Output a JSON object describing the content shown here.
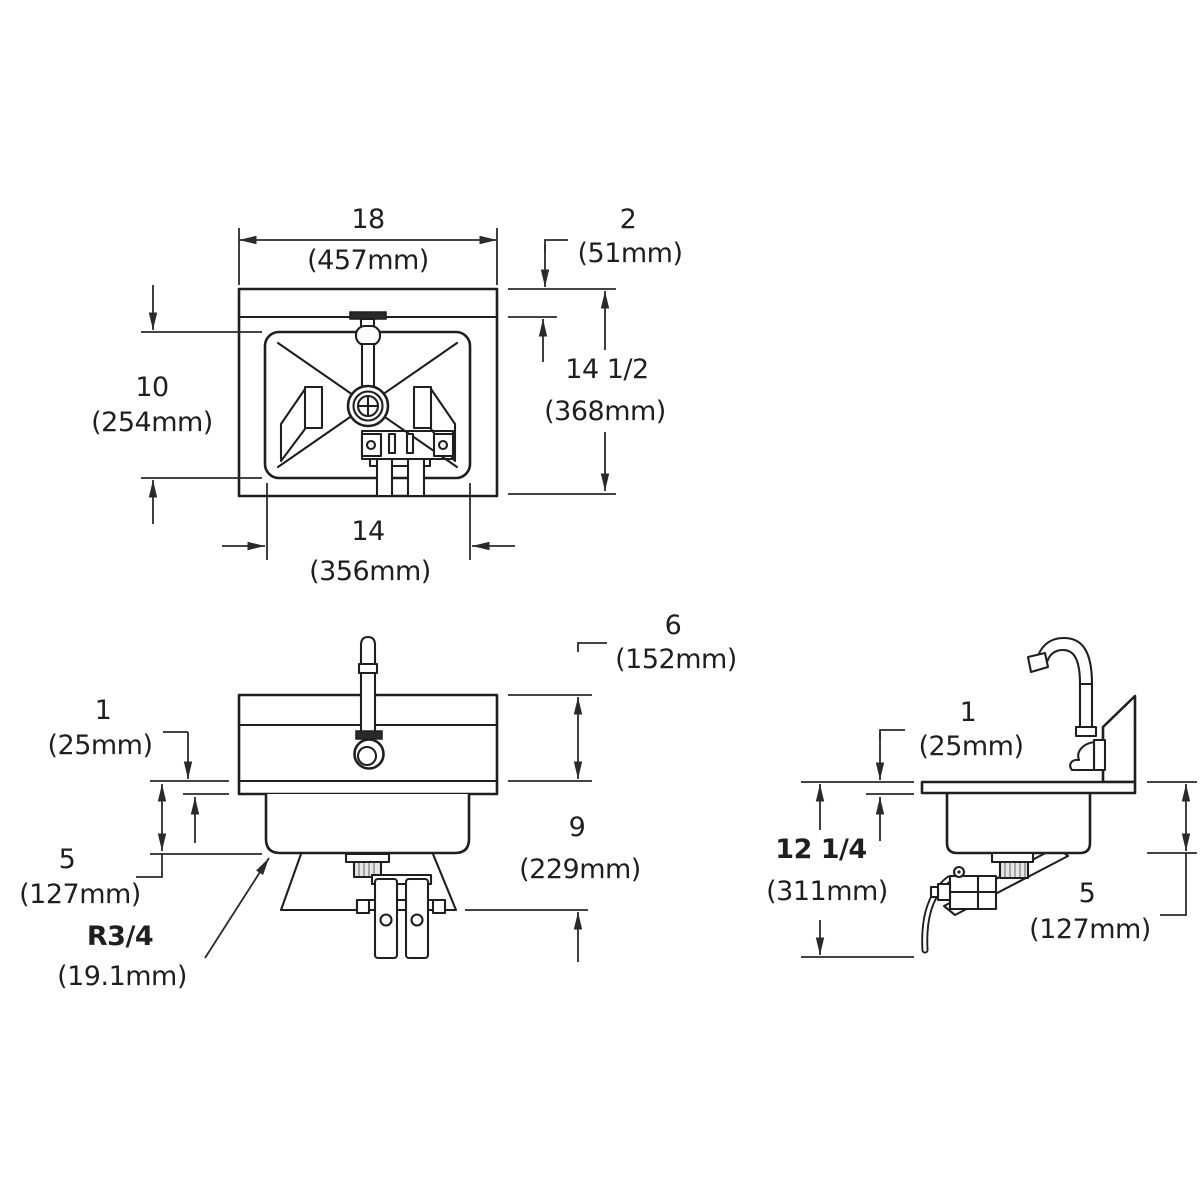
{
  "drawing": {
    "type": "sink-dimension-drawing",
    "background": "#ffffff",
    "line_color": "#1f1f1f"
  },
  "views": {
    "plan": {
      "label": "plan-view",
      "dims": {
        "overall_width": {
          "inches": "18",
          "metric": "(457mm)"
        },
        "rear_ledge": {
          "inches": "2",
          "metric": "(51mm)"
        },
        "overall_depth": {
          "inches": "14 1/2",
          "metric": "(368mm)"
        },
        "bowl_depth_fb": {
          "inches": "10",
          "metric": "(254mm)"
        },
        "bowl_width": {
          "inches": "14",
          "metric": "(356mm)"
        }
      }
    },
    "front": {
      "label": "front-view",
      "dims": {
        "rim_height": {
          "inches": "1",
          "metric": "(25mm)"
        },
        "bowl_depth": {
          "inches": "5",
          "metric": "(127mm)"
        },
        "corner_radius": {
          "inches": "R3/4",
          "metric": "(19.1mm)"
        },
        "splash_height": {
          "inches": "6",
          "metric": "(152mm)"
        },
        "lower_height": {
          "inches": "9",
          "metric": "(229mm)"
        }
      }
    },
    "side": {
      "label": "side-view",
      "dims": {
        "rim_height": {
          "inches": "1",
          "metric": "(25mm)"
        },
        "overall_height": {
          "inches": "12 1/4",
          "metric": "(311mm)"
        },
        "bowl_depth": {
          "inches": "5",
          "metric": "(127mm)"
        }
      }
    }
  }
}
